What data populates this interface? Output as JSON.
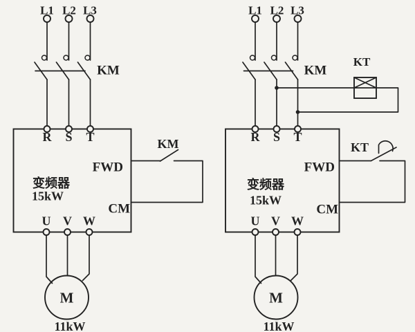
{
  "colors": {
    "ink": "#222222",
    "paper": "#f4f3ef"
  },
  "circuits": [
    {
      "phases": [
        "L1",
        "L2",
        "L3"
      ],
      "contactor_label": "KM",
      "input_terminals": [
        "R",
        "S",
        "T"
      ],
      "inverter_name": "变频器",
      "inverter_power": "15kW",
      "fwd_label": "FWD",
      "cm_label": "CM",
      "control_contact_label": "KM",
      "output_terminals": [
        "U",
        "V",
        "W"
      ],
      "motor_label": "M",
      "motor_power": "11kW"
    },
    {
      "phases": [
        "L1",
        "L2",
        "L3"
      ],
      "contactor_label": "KM",
      "timer_coil_label": "KT",
      "input_terminals": [
        "R",
        "S",
        "T"
      ],
      "inverter_name": "变频器",
      "inverter_power": "15kW",
      "fwd_label": "FWD",
      "cm_label": "CM",
      "control_contact_label": "KT",
      "output_terminals": [
        "U",
        "V",
        "W"
      ],
      "motor_label": "M",
      "motor_power": "11kW"
    }
  ]
}
